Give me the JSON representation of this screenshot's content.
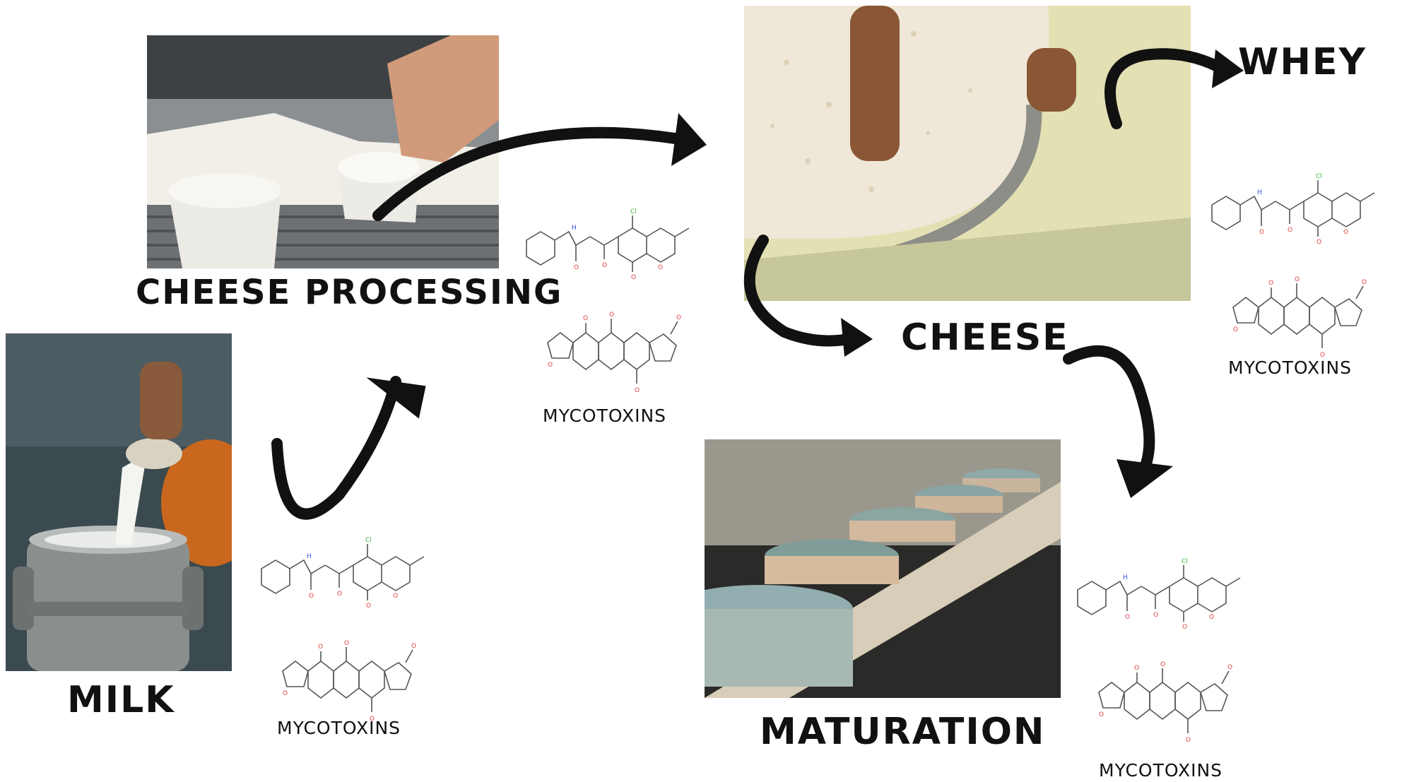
{
  "stages": {
    "milk": "MILK",
    "cheese_processing": "CHEESE PROCESSING",
    "cheese": "CHEESE",
    "whey": "WHEY",
    "maturation": "MATURATION"
  },
  "mycotoxin_labels": {
    "milk": "MYCOTOXINS",
    "processing": "MYCOTOXINS",
    "whey": "MYCOTOXINS",
    "maturation": "MYCOTOXINS"
  },
  "colors": {
    "arrow": "#111111",
    "bond": "#555555",
    "oxygen": "#e04040",
    "nitrogen": "#3050e0",
    "chlorine": "#40b040"
  }
}
